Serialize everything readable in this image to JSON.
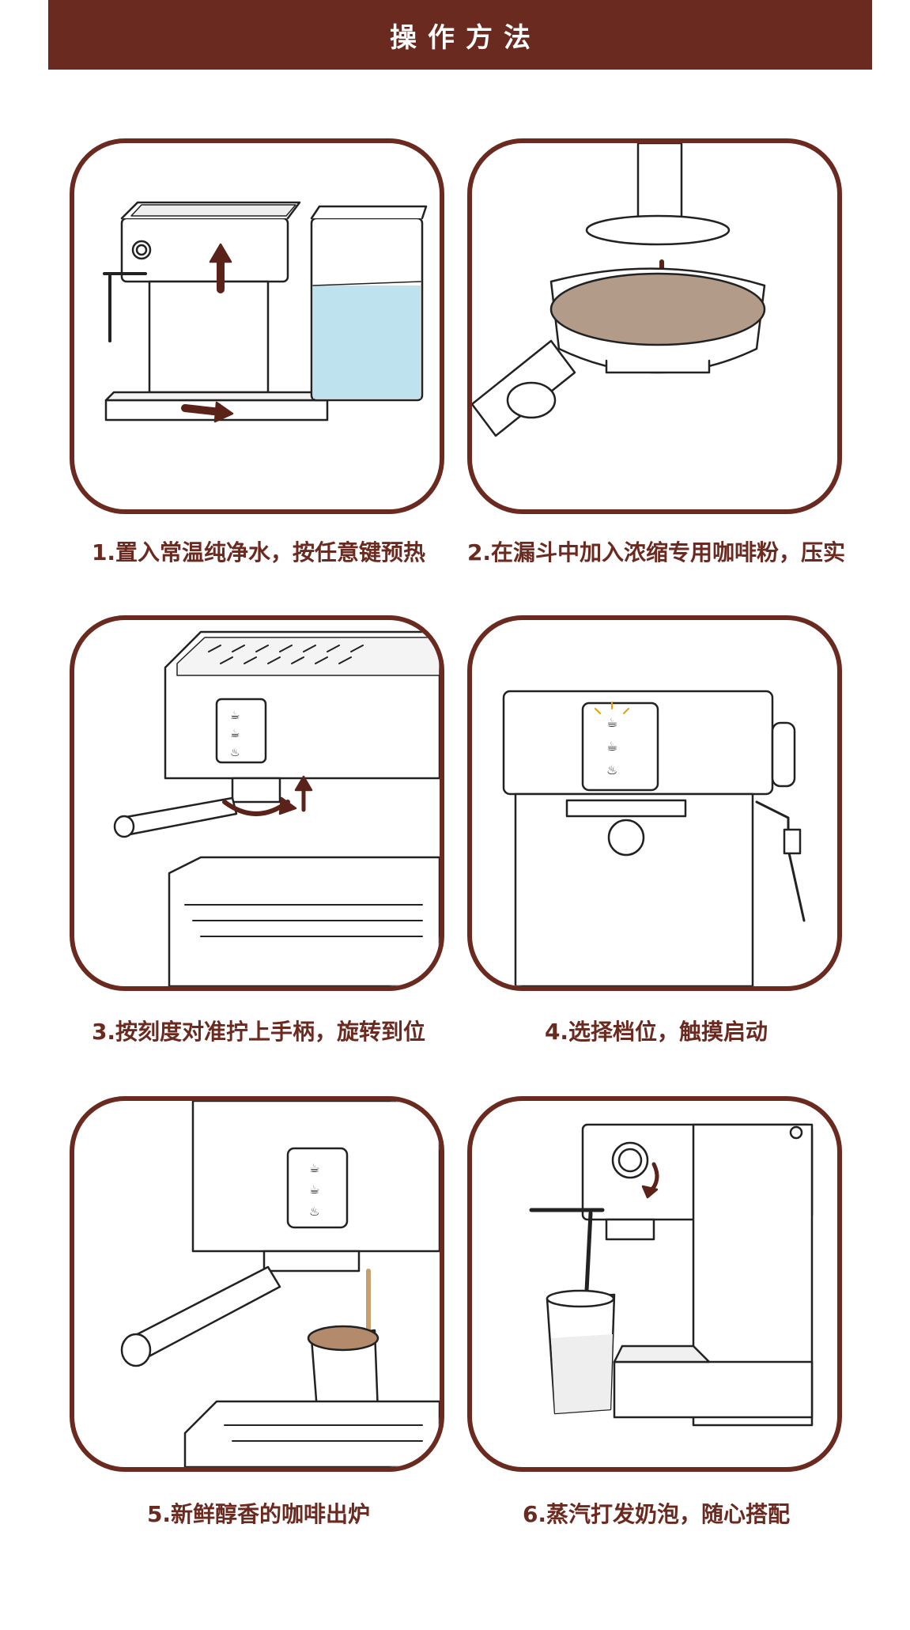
{
  "header": {
    "title": "操作方法"
  },
  "steps": [
    {
      "caption": "1.置入常温纯净水，按任意键预热"
    },
    {
      "caption": "2.在漏斗中加入浓缩专用咖啡粉，压实"
    },
    {
      "caption": "3.按刻度对准拧上手柄，旋转到位"
    },
    {
      "caption": "4.选择档位，触摸启动"
    },
    {
      "caption": "5.新鲜醇香的咖啡出炉"
    },
    {
      "caption": "6.蒸汽打发奶泡，随心搭配"
    }
  ],
  "colors": {
    "brand": "#6b2a20",
    "water": "#bfe3ee",
    "coffee_grounds": "#b39b8a",
    "arrow": "#5a2218"
  }
}
